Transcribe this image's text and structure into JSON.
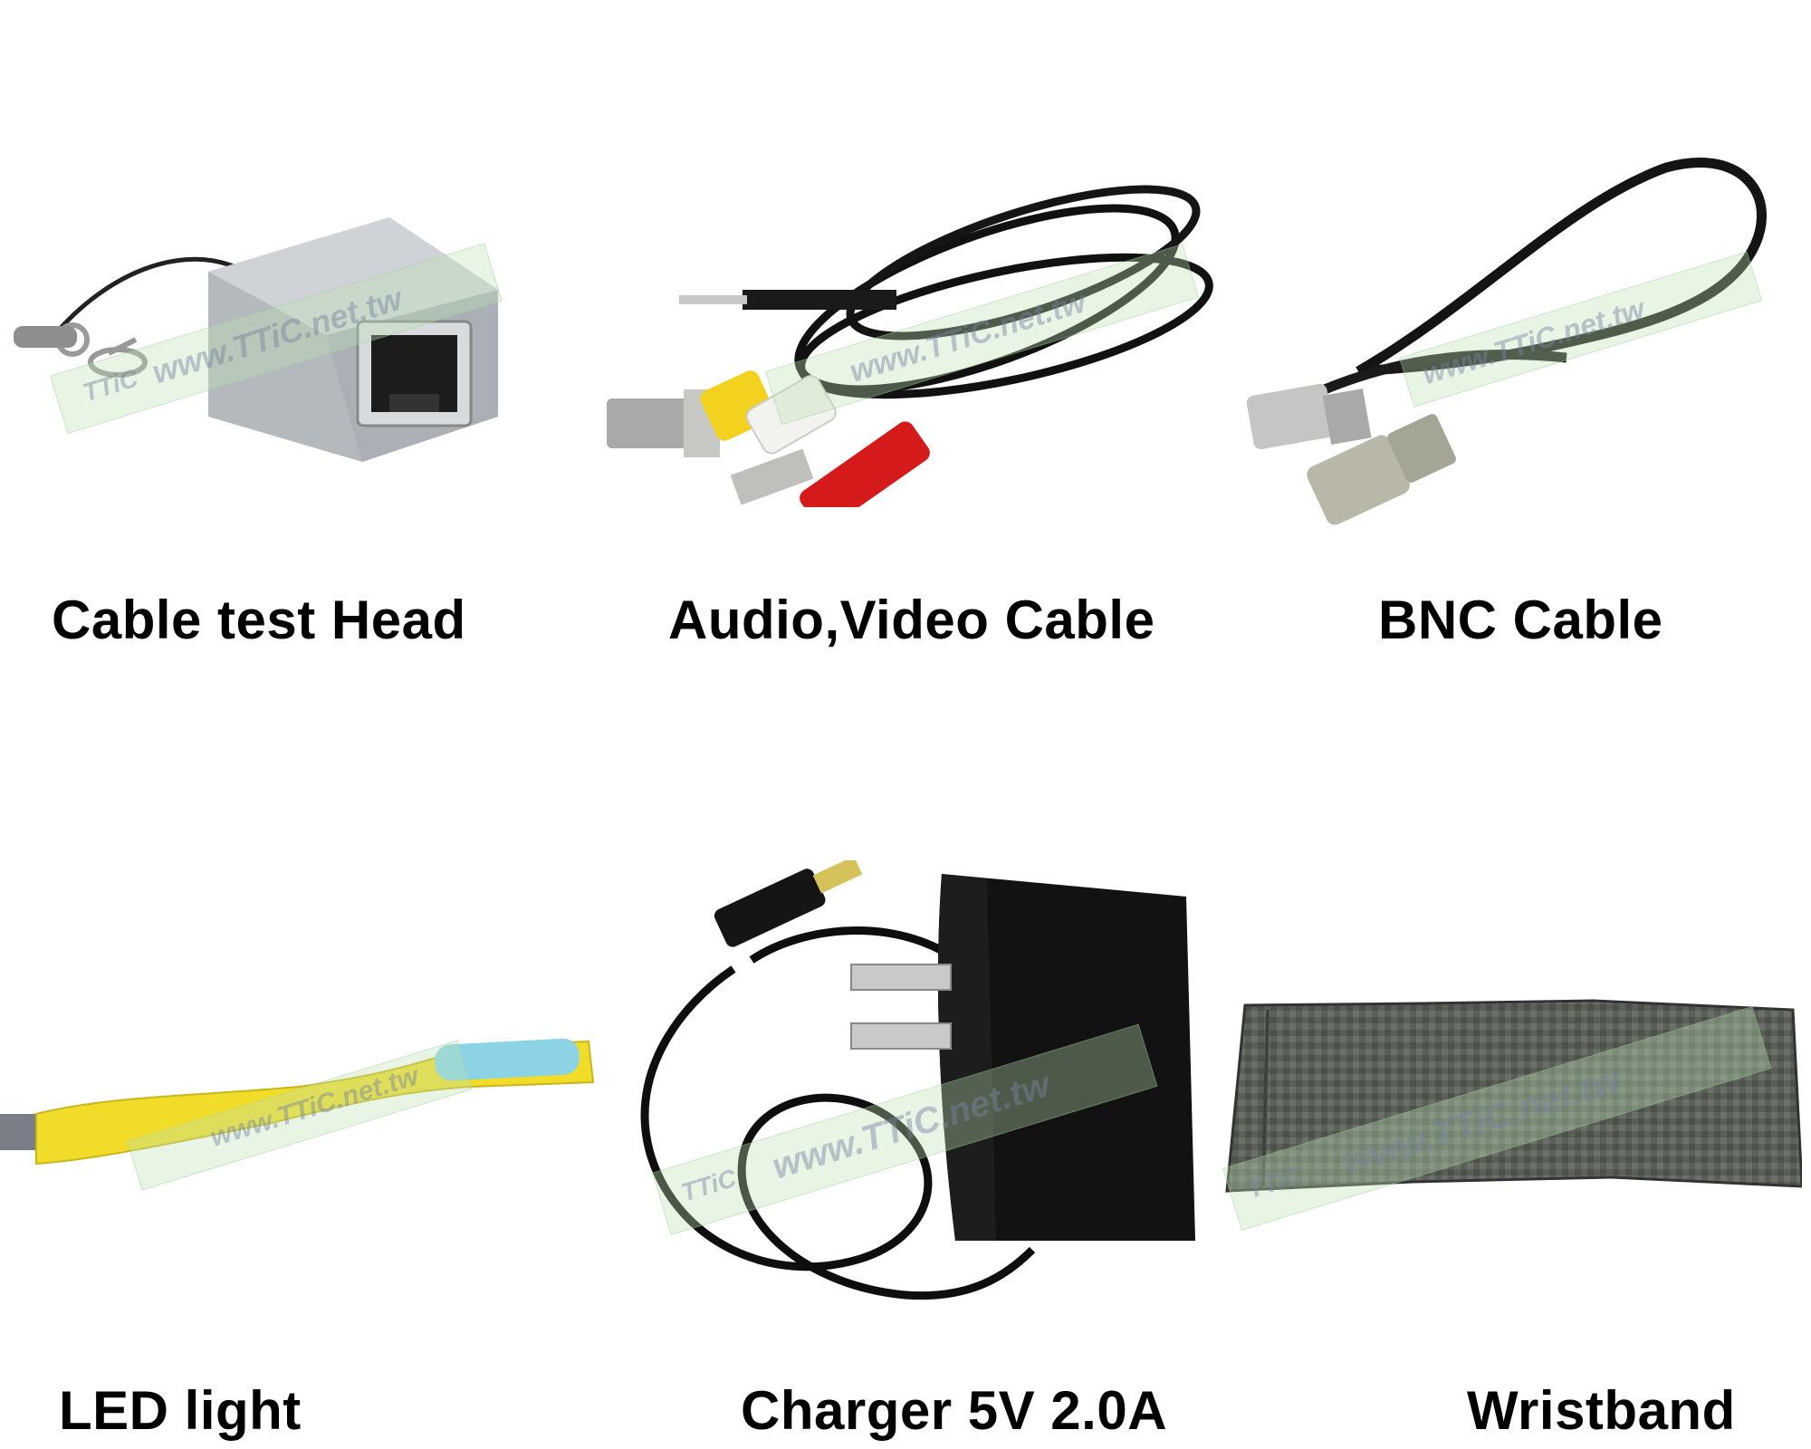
{
  "products": [
    {
      "id": "cable-test-head",
      "caption": "Cable test Head"
    },
    {
      "id": "audio-video-cable",
      "caption": "Audio,Video Cable"
    },
    {
      "id": "bnc-cable",
      "caption": "BNC Cable"
    },
    {
      "id": "led-light",
      "caption": "LED light"
    },
    {
      "id": "charger",
      "caption": "Charger 5V 2.0A"
    },
    {
      "id": "wristband",
      "caption": "Wristband"
    }
  ],
  "watermark": {
    "url": "www.TTiC.net.tw",
    "brand": "TTiC",
    "small": "www.TTiC.net.tw"
  },
  "colors": {
    "background": "#ffffff",
    "caption": "#000000",
    "device_grey": "#b9bec3",
    "cable_black": "#111111",
    "rca_yellow": "#f2d21e",
    "rca_white": "#f2f2ee",
    "rca_red": "#d41a1a",
    "led_yellow": "#f1dc2a",
    "led_blue": "#8cd3e6",
    "strap_grey": "#5a5f58",
    "watermark_green": "#bfe2b3"
  },
  "icons": [
    "cable-tester-icon",
    "av-cable-icon",
    "bnc-cable-icon",
    "led-light-icon",
    "charger-icon",
    "wristband-icon"
  ]
}
